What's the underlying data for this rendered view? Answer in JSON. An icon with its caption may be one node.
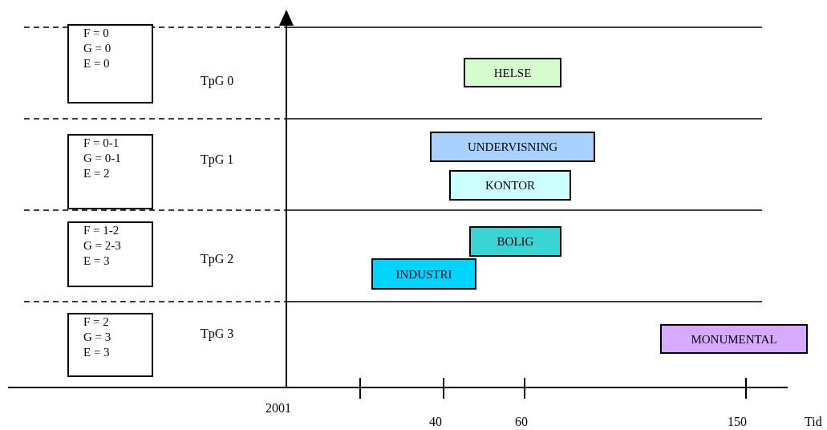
{
  "diagram": {
    "nodes": [
      {
        "text": [
          "F = 0",
          "G = 0",
          "E = 0"
        ]
      },
      {
        "text": [
          "HELSE"
        ]
      },
      {
        "text": [
          "F = 0-1",
          "G = 0-1",
          "E = 2"
        ]
      },
      {
        "text": [
          "UNDERVISNING"
        ]
      },
      {
        "text": [
          "KONTOR"
        ]
      },
      {
        "text": [
          "F = 1-2",
          "G = 2-3",
          "E = 3"
        ]
      },
      {
        "text": [
          "BOLIG"
        ]
      },
      {
        "text": [
          "INDUSTRI"
        ]
      },
      {
        "text": [
          "F = 2",
          "G = 3",
          "E = 3"
        ]
      },
      {
        "text": [
          "MONUMENTAL"
        ]
      }
    ],
    "labels": [
      "TpG 0",
      "TpG 1",
      "TpG 2",
      "TpG 3",
      "2001",
      "40",
      "60",
      "150",
      "Tid"
    ]
  }
}
